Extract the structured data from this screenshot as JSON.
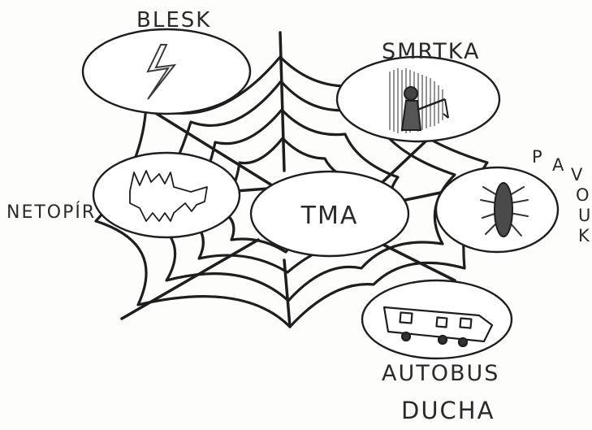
{
  "center": {
    "label": "TMA"
  },
  "nodes": [
    {
      "id": "blesk",
      "label": "BLESK",
      "icon": "lightning-bolt-icon"
    },
    {
      "id": "smrtka",
      "label": "SMRTKA",
      "icon": "grim-reaper-icon"
    },
    {
      "id": "netopir",
      "label": "NETOPÍR",
      "icon": "bat-icon"
    },
    {
      "id": "pavouk",
      "label": "PAVOUK",
      "icon": "spider-icon"
    },
    {
      "id": "autobus",
      "label": "AUTOBUS",
      "label2": "DUCHA",
      "icon": "ghost-bus-icon"
    }
  ],
  "colors": {
    "ink": "#1e1e1e",
    "paper": "#fdfdfc",
    "pencil": "#6a6a6a"
  }
}
